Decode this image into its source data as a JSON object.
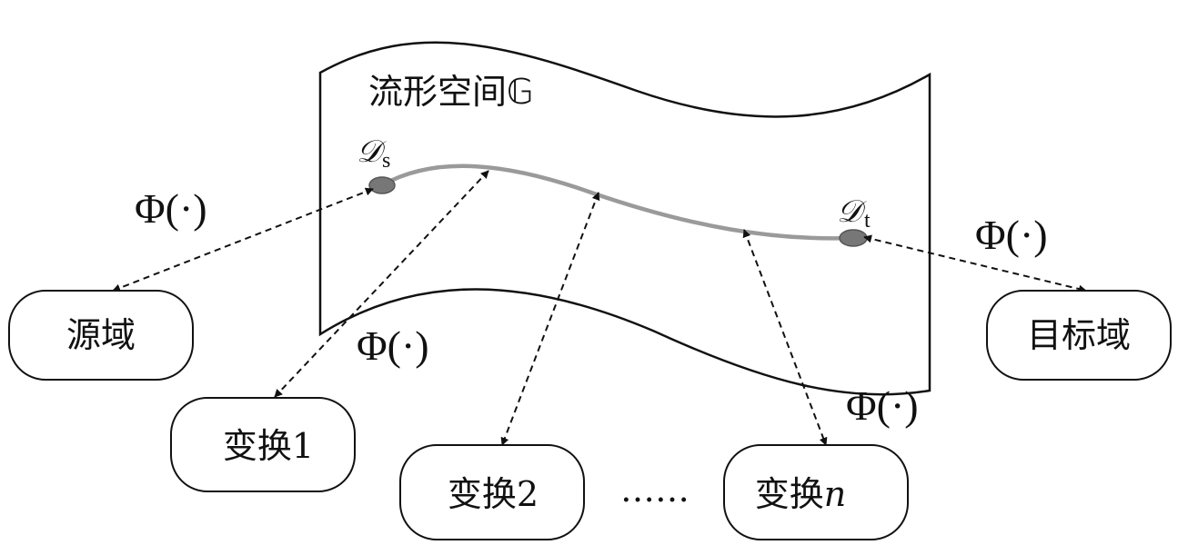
{
  "manifold": {
    "title": "流形空间𝔾",
    "source_point": {
      "symbol": "𝒟",
      "subscript": "s"
    },
    "target_point": {
      "symbol": "𝒟",
      "subscript": "t"
    }
  },
  "phi_label": "Φ(·)",
  "boxes": {
    "source": "源域",
    "target": "目标域",
    "transform1": "变换1",
    "transform2": "变换2",
    "transformn_prefix": "变换",
    "transformn_suffix": "n"
  },
  "ellipsis": "……",
  "colors": {
    "stroke": "#111111",
    "path": "#9a9a9a",
    "point_fill": "#777777"
  }
}
